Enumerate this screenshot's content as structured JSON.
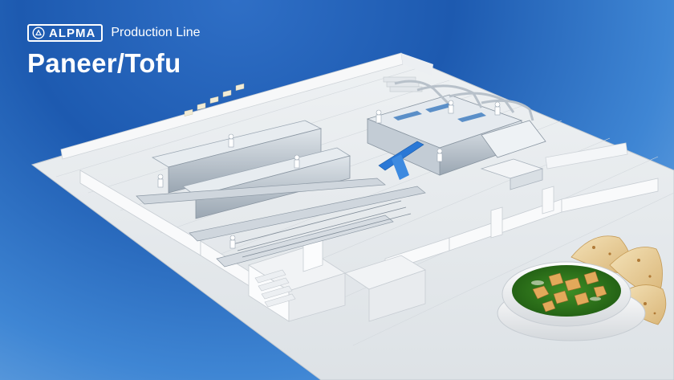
{
  "header": {
    "brand": "ALPMA",
    "subtitle": "Production Line",
    "title": "Paneer/Tofu"
  },
  "icons": {
    "logo": "alpma-logo-icon"
  },
  "colors": {
    "background_top": "#1d5ab0",
    "background_bottom": "#7fb4e6",
    "floor": "#e9ecef",
    "wall": "#f7f8f9",
    "machine": "#b9c3cd",
    "conveyor_accent": "#2a78d6",
    "dish_green": "#2f7a1e"
  }
}
